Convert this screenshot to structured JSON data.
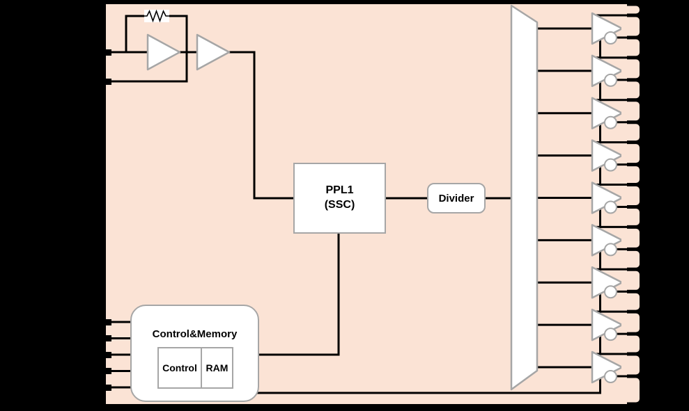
{
  "colors": {
    "background": "#000000",
    "chip_fill": "#fbe3d5",
    "wire": "#000000",
    "block_fill": "#ffffff",
    "block_border": "#a6a6a6"
  },
  "blocks": {
    "pll": {
      "line1": "PPL1",
      "line2": "(SSC)"
    },
    "divider": {
      "label": "Divider"
    },
    "control_memory": {
      "title": "Control&Memory",
      "control_label": "Control",
      "ram_label": "RAM"
    }
  },
  "oscillator": {
    "amplifier_count": 2,
    "has_feedback_resistor": true,
    "input_pin_count": 2
  },
  "mux": {
    "output_channels": 9
  },
  "pins": {
    "left_oscillator_count": 2,
    "left_control_count": 5,
    "right_output_pairs": 9
  }
}
